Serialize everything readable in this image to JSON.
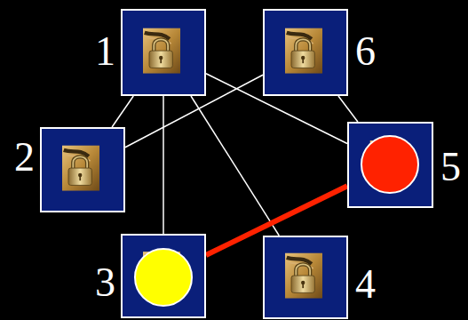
{
  "diagram": {
    "nodes": [
      {
        "text": [
          "1"
        ]
      },
      {
        "text": [
          "6"
        ]
      },
      {
        "text": [
          "2"
        ]
      },
      {
        "text": [
          "5"
        ]
      },
      {
        "text": [
          "3"
        ]
      },
      {
        "text": [
          "4"
        ]
      }
    ],
    "edges": [
      {
        "from": 0,
        "to": 2,
        "arrow": "none"
      },
      {
        "from": 0,
        "to": 4,
        "arrow": "none"
      },
      {
        "from": 0,
        "to": 5,
        "arrow": "none"
      },
      {
        "from": 0,
        "to": 3,
        "arrow": "none"
      },
      {
        "from": 2,
        "to": 1,
        "arrow": "none"
      },
      {
        "from": 1,
        "to": 3,
        "arrow": "none"
      },
      {
        "from": 4,
        "to": 3,
        "arrow": "none"
      }
    ]
  }
}
